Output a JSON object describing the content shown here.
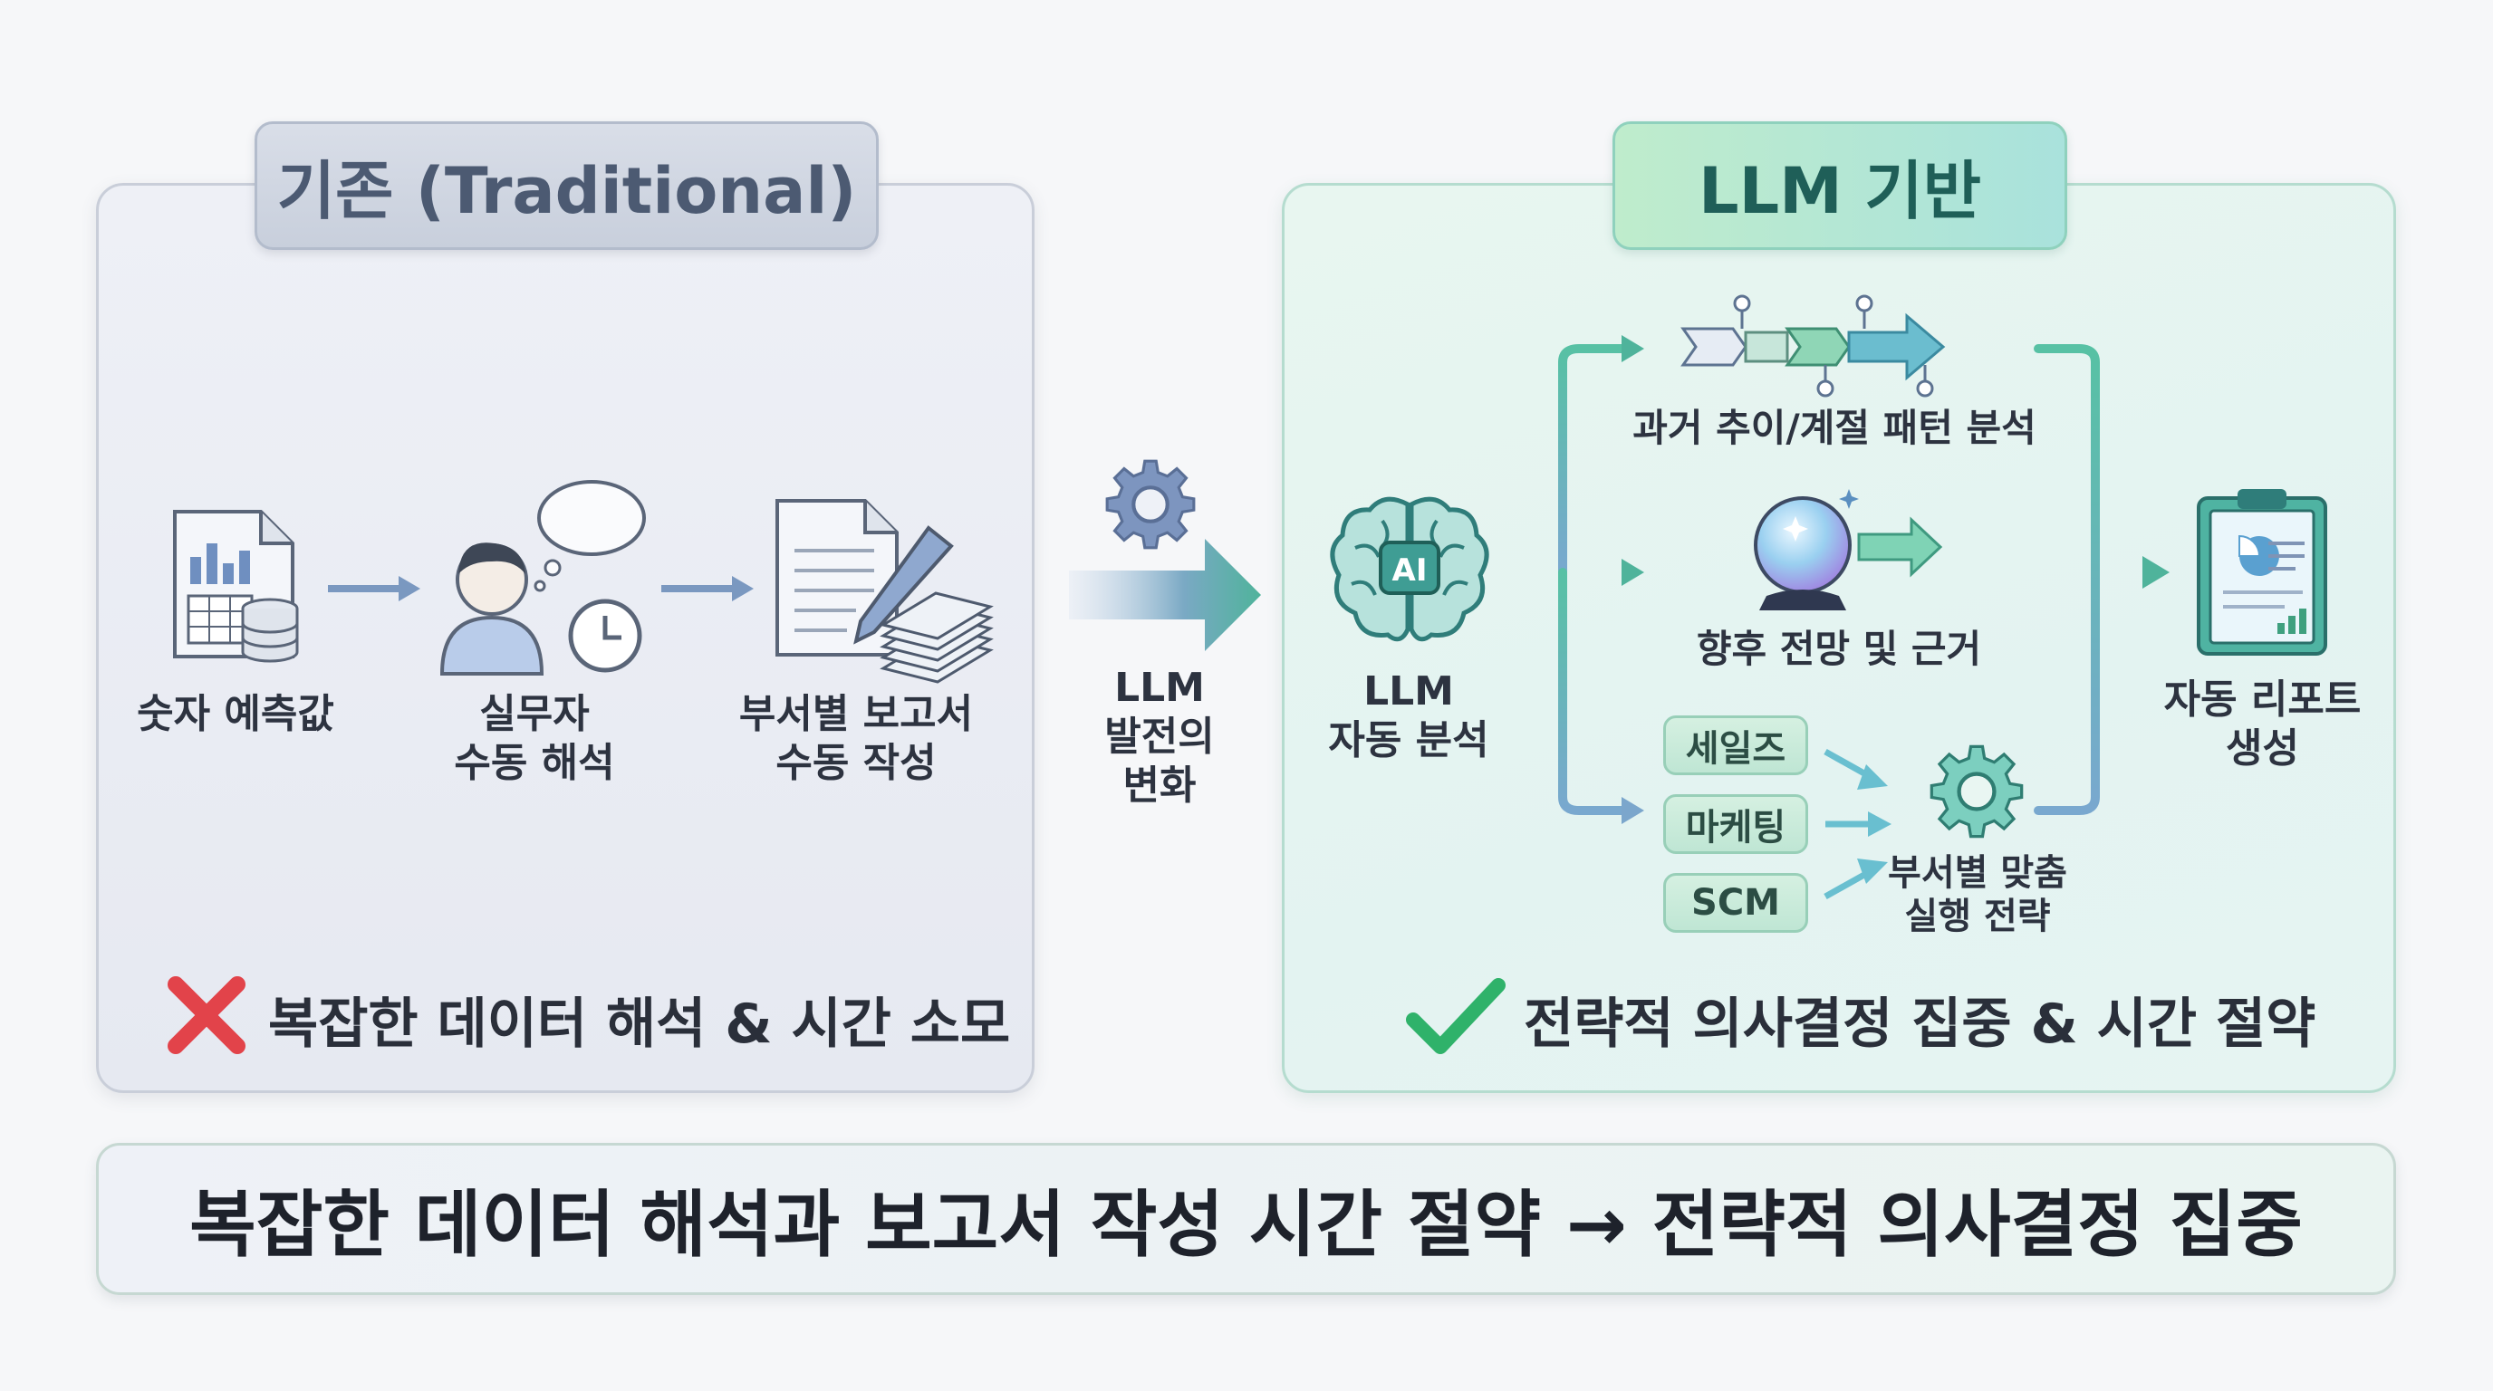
{
  "traditional": {
    "tab_title": "기존 (Traditional)",
    "steps": [
      {
        "label": "숫자 예측값",
        "icon": "spreadsheet-database-icon"
      },
      {
        "label": "실무자\n수동 해석",
        "icon": "thinking-person-clock-icon"
      },
      {
        "label": "부서별 보고서\n수동 작성",
        "icon": "document-pen-stack-icon"
      }
    ],
    "footer": "복잡한 데이터 해석 & 시간 소모",
    "footer_icon": "red-x-icon"
  },
  "transition": {
    "label": "LLM\n발전의\n변화",
    "icon": "gear-icon"
  },
  "llm": {
    "tab_title": "LLM 기반",
    "analysis_label": "LLM\n자동 분석",
    "analysis_icon": "ai-brain-icon",
    "branches": [
      {
        "label": "과거 추이/계절 패턴 분석",
        "icon": "timeline-arrows-icon"
      },
      {
        "label": "향후 전망 및 근거",
        "icon": "crystal-ball-icon"
      },
      {
        "label": "부서별 맞춤\n실행 전략",
        "icon": "gear-icon"
      }
    ],
    "departments": [
      "세일즈",
      "마케팅",
      "SCM"
    ],
    "output_label": "자동 리포트\n생성",
    "output_icon": "clipboard-report-icon",
    "footer": "전략적 의사결정 집중 & 시간 절약",
    "footer_icon": "green-check-icon"
  },
  "summary": "복잡한 데이터 해석과 보고서 작성 시간 절약 → 전략적 의사결정 집중",
  "colors": {
    "accent_teal": "#4fb3a2",
    "accent_green": "#2fb26a",
    "error_red": "#e2434a"
  }
}
